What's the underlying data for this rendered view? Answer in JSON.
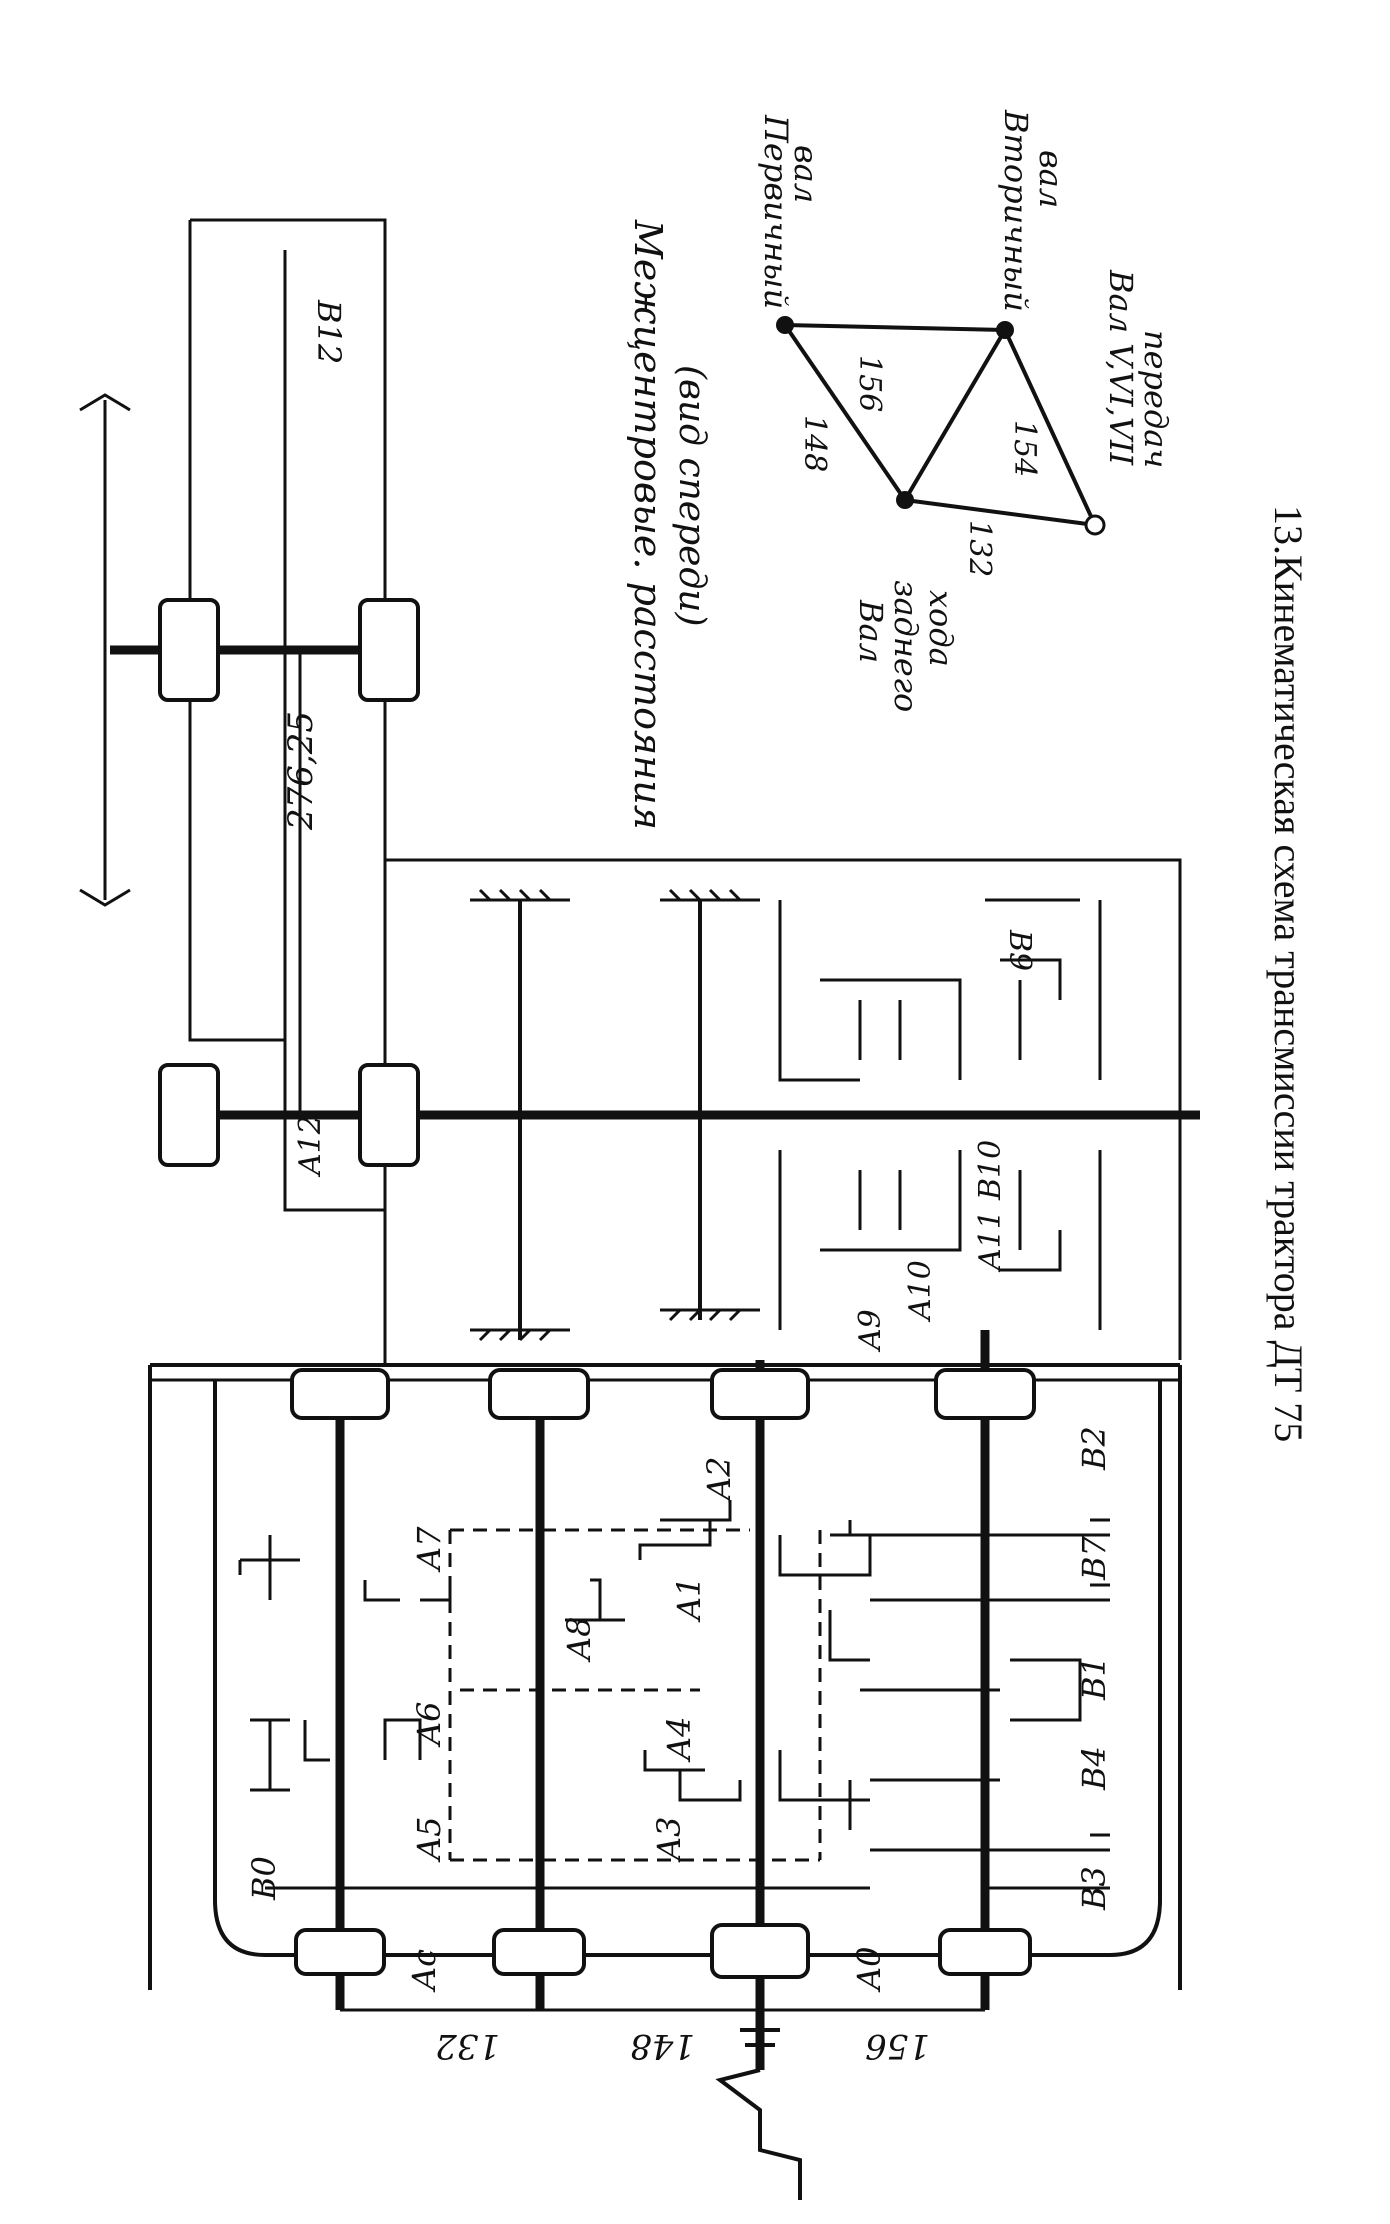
{
  "caption": "13.Кинематическая схема трансмиссии трактора ДТ 75",
  "inset": {
    "title_line1": "Межцентровые. расстояния",
    "title_line2": "(вид спереди)",
    "nodes": {
      "primary_line1": "Первичный",
      "primary_line2": "вал",
      "secondary_line1": "Вторичный",
      "secondary_line2": "вал",
      "reverse_line1": "Вал",
      "reverse_line2": "заднего",
      "reverse_line3": "хода",
      "gears_line1": "Вал V,VI,VII",
      "gears_line2": "передач"
    },
    "distances": {
      "primary_secondary": "156",
      "primary_reverse": "148",
      "secondary_gears": "154",
      "reverse_gears": "132"
    }
  },
  "dimensions": {
    "d132": "132",
    "d148": "148",
    "d156": "156",
    "d276": "276,25"
  },
  "labels": {
    "B12": "B12",
    "A12": "A12",
    "B9": "B9",
    "B10": "B10",
    "A9": "A9",
    "A10": "A10",
    "A11": "A11",
    "B0": "B0",
    "Ac": "Ac",
    "A5": "A5",
    "A6": "A6",
    "A7": "A7",
    "A8": "A8",
    "A3": "A3",
    "A4": "A4",
    "A1": "A1",
    "A2": "A2",
    "A0": "A0",
    "B3": "B3",
    "B4": "B4",
    "B1": "B1",
    "B7": "B7",
    "B2": "B2"
  }
}
